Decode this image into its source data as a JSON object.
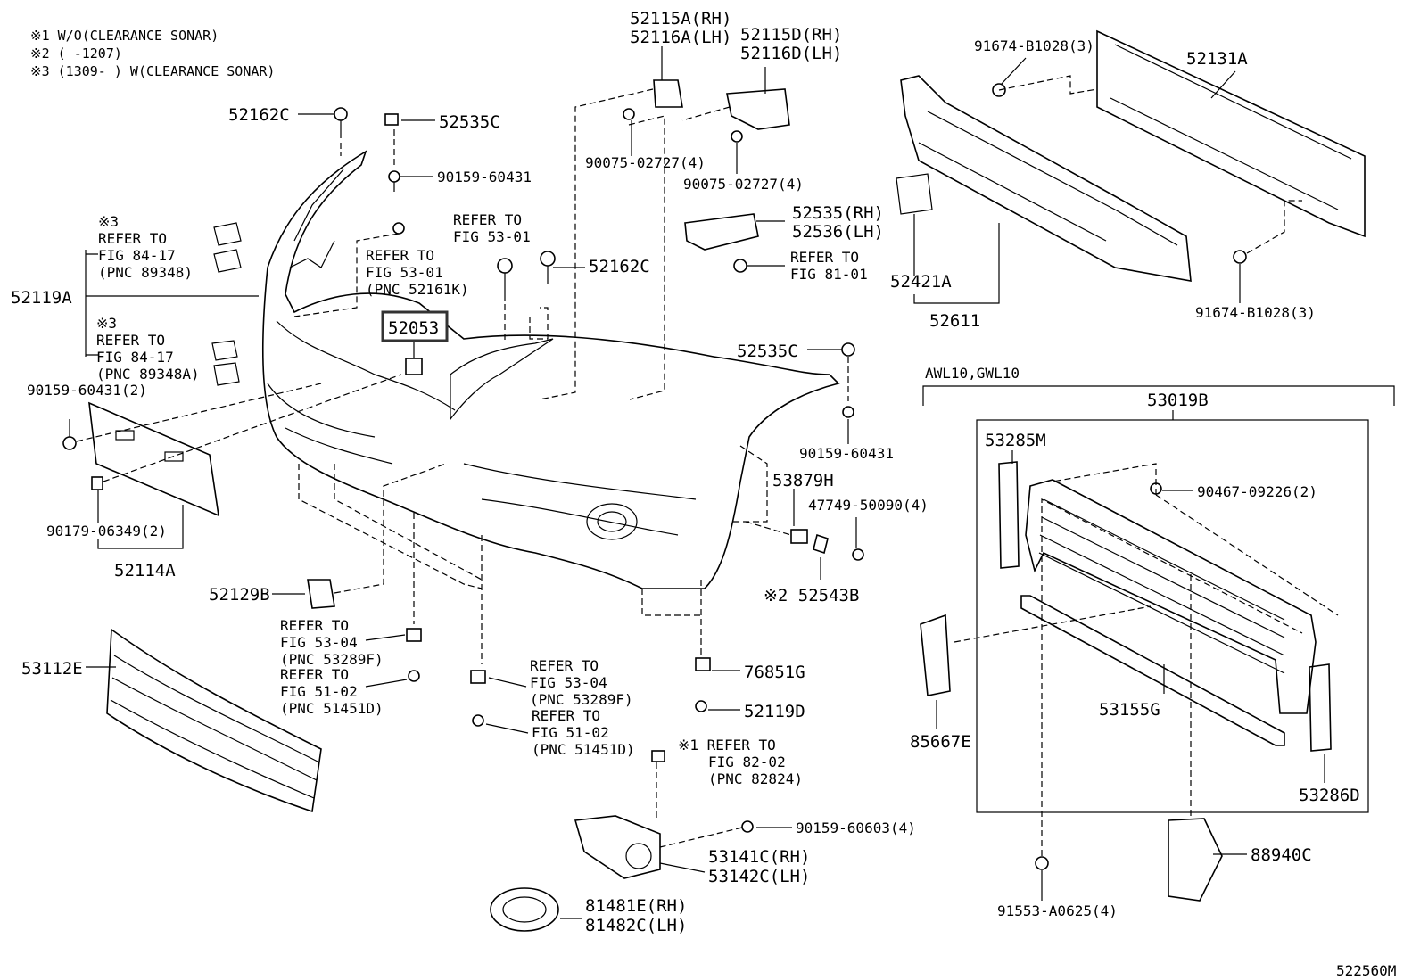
{
  "notes": [
    "※1 W/O(CLEARANCE SONAR)",
    "※2 (      -1207)",
    "※3 (1309-      ) W(CLEARANCE SONAR)"
  ],
  "labels": {
    "p52162C_top": "52162C",
    "p52535C_top": "52535C",
    "p90159_60431_top": "90159-60431",
    "p52115A": "52115A(RH)",
    "p52116A": "52116A(LH)",
    "p52115D": "52115D(RH)",
    "p52116D": "52116D(LH)",
    "p90075_a": "90075-02727(4)",
    "p90075_b": "90075-02727(4)",
    "p91674_top": "91674-B1028(3)",
    "p52131A": "52131A",
    "p52535": "52535(RH)",
    "p52536": "52536(LH)",
    "p52421A": "52421A",
    "p52611": "52611",
    "p91674_bot": "91674-B1028(3)",
    "p52162C_mid": "52162C",
    "p52053": "52053",
    "p52119A": "52119A",
    "p52535C_mid": "52535C",
    "p90159_60431_mid": "90159-60431",
    "p90159_60431_2": "90159-60431(2)",
    "p90179": "90179-06349(2)",
    "p52114A": "52114A",
    "p53879H": "53879H",
    "p47749": "47749-50090(4)",
    "p52543B": "※2 52543B",
    "p52129B": "52129B",
    "p53112E": "53112E",
    "p76851G": "76851G",
    "p52119D": "52119D",
    "p90159_60603": "90159-60603(4)",
    "p53141C": "53141C(RH)",
    "p53142C": "53142C(LH)",
    "p81481E": "81481E(RH)",
    "p81482C": "81482C(LH)",
    "awl": "AWL10,GWL10",
    "p53019B": "53019B",
    "p53285M": "53285M",
    "p90467": "90467-09226(2)",
    "p53155G": "53155G",
    "p85667E": "85667E",
    "p53286D": "53286D",
    "p91553": "91553-A0625(4)",
    "p88940C": "88940C",
    "fig_id": "522560M"
  },
  "refs": {
    "r_8417_a": [
      "※3",
      "REFER TO",
      "FIG 84-17",
      "(PNC 89348)"
    ],
    "r_8417_b": [
      "※3",
      "REFER TO",
      "FIG 84-17",
      "(PNC 89348A)"
    ],
    "r_5301_a": [
      "REFER TO",
      "FIG 53-01"
    ],
    "r_5301_b": [
      "REFER TO",
      "FIG 53-01",
      "(PNC 52161K)"
    ],
    "r_8101": [
      "REFER TO",
      "FIG 81-01"
    ],
    "r_5304_a": [
      "REFER TO",
      "FIG 53-04",
      "(PNC 53289F)"
    ],
    "r_5102_a": [
      "REFER TO",
      "FIG 51-02",
      "(PNC 51451D)"
    ],
    "r_5304_b": [
      "REFER TO",
      "FIG 53-04",
      "(PNC 53289F)"
    ],
    "r_5102_b": [
      "REFER TO",
      "FIG 51-02",
      "(PNC 51451D)"
    ],
    "r_8202": [
      "※1 REFER TO",
      "FIG 82-02",
      "(PNC 82824)"
    ]
  }
}
